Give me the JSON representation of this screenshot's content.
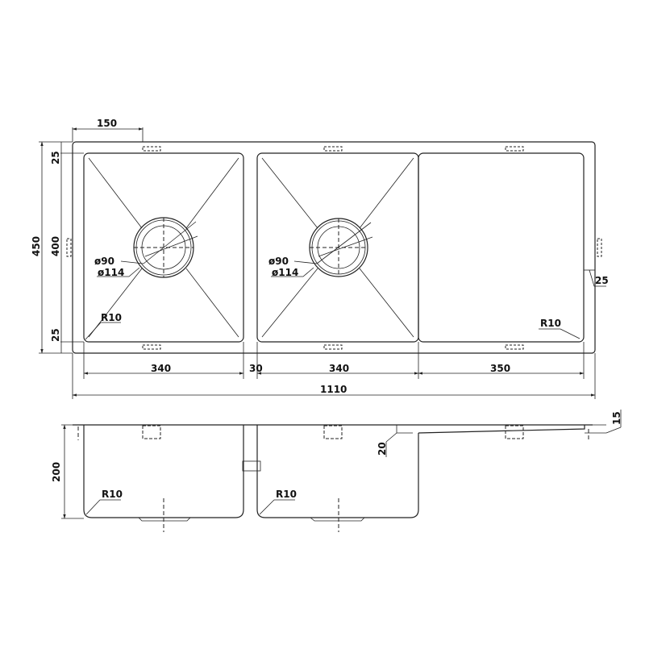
{
  "drawing": {
    "type": "Double bowl sink with drainer - technical drawing",
    "plan_view": {
      "dimensions": {
        "offset_top": "150",
        "overall_depth": "450",
        "bowl_depth": "400",
        "top_rim": "25",
        "bottom_rim": "25",
        "right_rim": "25",
        "bowl1_width": "340",
        "divider_width": "30",
        "bowl2_width": "340",
        "drainer_width": "350",
        "overall_width": "1110"
      },
      "bowl1": {
        "waste_inner": "ø90",
        "waste_outer": "ø114",
        "corner_radius": "R10"
      },
      "bowl2": {
        "waste_inner": "ø90",
        "waste_outer": "ø114"
      },
      "drainer": {
        "corner_radius": "R10"
      }
    },
    "section_view": {
      "dimensions": {
        "bowl_height": "200",
        "drainer_step": "20",
        "flange_thickness": "15"
      },
      "bowl1": {
        "corner_radius": "R10"
      },
      "bowl2": {
        "corner_radius": "R10"
      }
    }
  }
}
